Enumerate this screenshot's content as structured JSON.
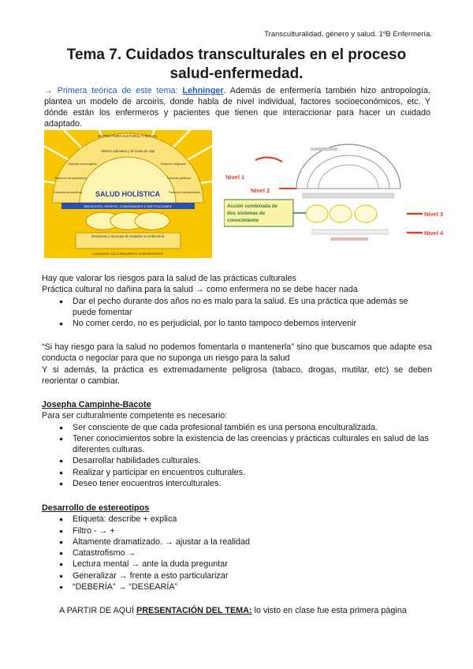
{
  "header": {
    "course": "Transculturalidad, género y salud. 1ºB Enfermería."
  },
  "title": {
    "line1": "Tema 7. Cuidados transculturales en el proceso",
    "line2": "salud-enfermedad."
  },
  "intro": {
    "lead": "→ Primera teórica de este tema: ",
    "name": "Lehninger",
    "rest": ". Además de enfermería también hizo antropología. plantea un modelo de arcoiris, donde habla de nivel individual, factores socioeconómicos, etc. Y dónde están los enfermeros y pacientes que tienen que interaccionar para hacer un cuidado adaptado."
  },
  "figure_left": {
    "center_label": "SALUD HOLÍSTICA",
    "top_label": "ESTRUCTURA CULTURAL Y SOCIAL",
    "rays": [
      "Valores culturales y de modo de vida",
      "Factores tecnológicos",
      "Factores religiosos",
      "Factores de parentesco",
      "Factores políticos",
      "Factores económicos",
      "Factores educacionales"
    ],
    "band_label": "INDIVIDUOS, GRUPOS, COMUNIDADES E INSTITUCIONES",
    "care_label": "Decisiones y acciones de cuidados en enfermería",
    "bottom_label": "CUIDADOS CULTURALMENTE CONGRUENTES"
  },
  "figure_right": {
    "level1": "Nivel 1",
    "level2": "Nivel 2",
    "level3": "Nivel 3",
    "level4": "Nivel 4",
    "box_text": [
      "Acción combinada de",
      "dos sistemas de",
      "conocimiento"
    ]
  },
  "risks": {
    "p1": "Hay que valorar los riesgos para la salud de las prácticas culturales",
    "p2": "Práctica cultural no dañina para la salud → como enfermera no se debe hacer nada",
    "bullets": [
      "Dar el pecho durante dos años no es malo para la salud. Es una práctica que además se puede fomentar",
      "No comer cerdo, no es perjudicial, por lo tanto tampoco debemos intervenir"
    ]
  },
  "quote": {
    "p1": "“Si hay riesgo para la salud no podemos fomentarla o mantenerla” sino que buscamos que adapte esa conducta o negociar para que no suponga un riesgo para la salud",
    "p2": "Y si además, la práctica es extremadamente peligrosa (tabaco, drogas, mutilar, etc) se deben reorientar o cambiar."
  },
  "campinha": {
    "heading": "Josepha Campinhe-Bacote",
    "intro": "Para ser culturalmente competente es necesario:",
    "bullets": [
      "Ser consciente de que cada profesional también es una persona enculturalizada.",
      "Tener conocimientos sobre la existencia de las creencias y prácticas culturales en salud de las diferentes culturas.",
      "Desarrollar habilidades culturales.",
      "Realizar y participar en encuentros culturales.",
      "Deseo tener encuentros interculturales."
    ]
  },
  "stereotypes": {
    "heading": "Desarrollo de estereotipos",
    "bullets": [
      "Etiqueta: describe + explica",
      "Filtro - → +",
      "Altamente dramatizado. → ajustar a la realidad",
      "Catastrofismo →",
      "Lectura mental → ante la duda preguntar",
      "Generalizar → frente a esto particularizar",
      "“DEBERÍA” → “DESEARÍA”"
    ]
  },
  "footer_line": {
    "prefix": "A PARTIR DE AQUÍ ",
    "strong": "PRESENTACIÓN DEL TEMA:",
    "suffix": " lo visto en clase fue esta primera página"
  },
  "colors": {
    "link_blue": "#1f5fbf",
    "sun_yellow": "#f7c600",
    "nivel_red": "#d9452b",
    "box_green": "#2e7a3a"
  }
}
